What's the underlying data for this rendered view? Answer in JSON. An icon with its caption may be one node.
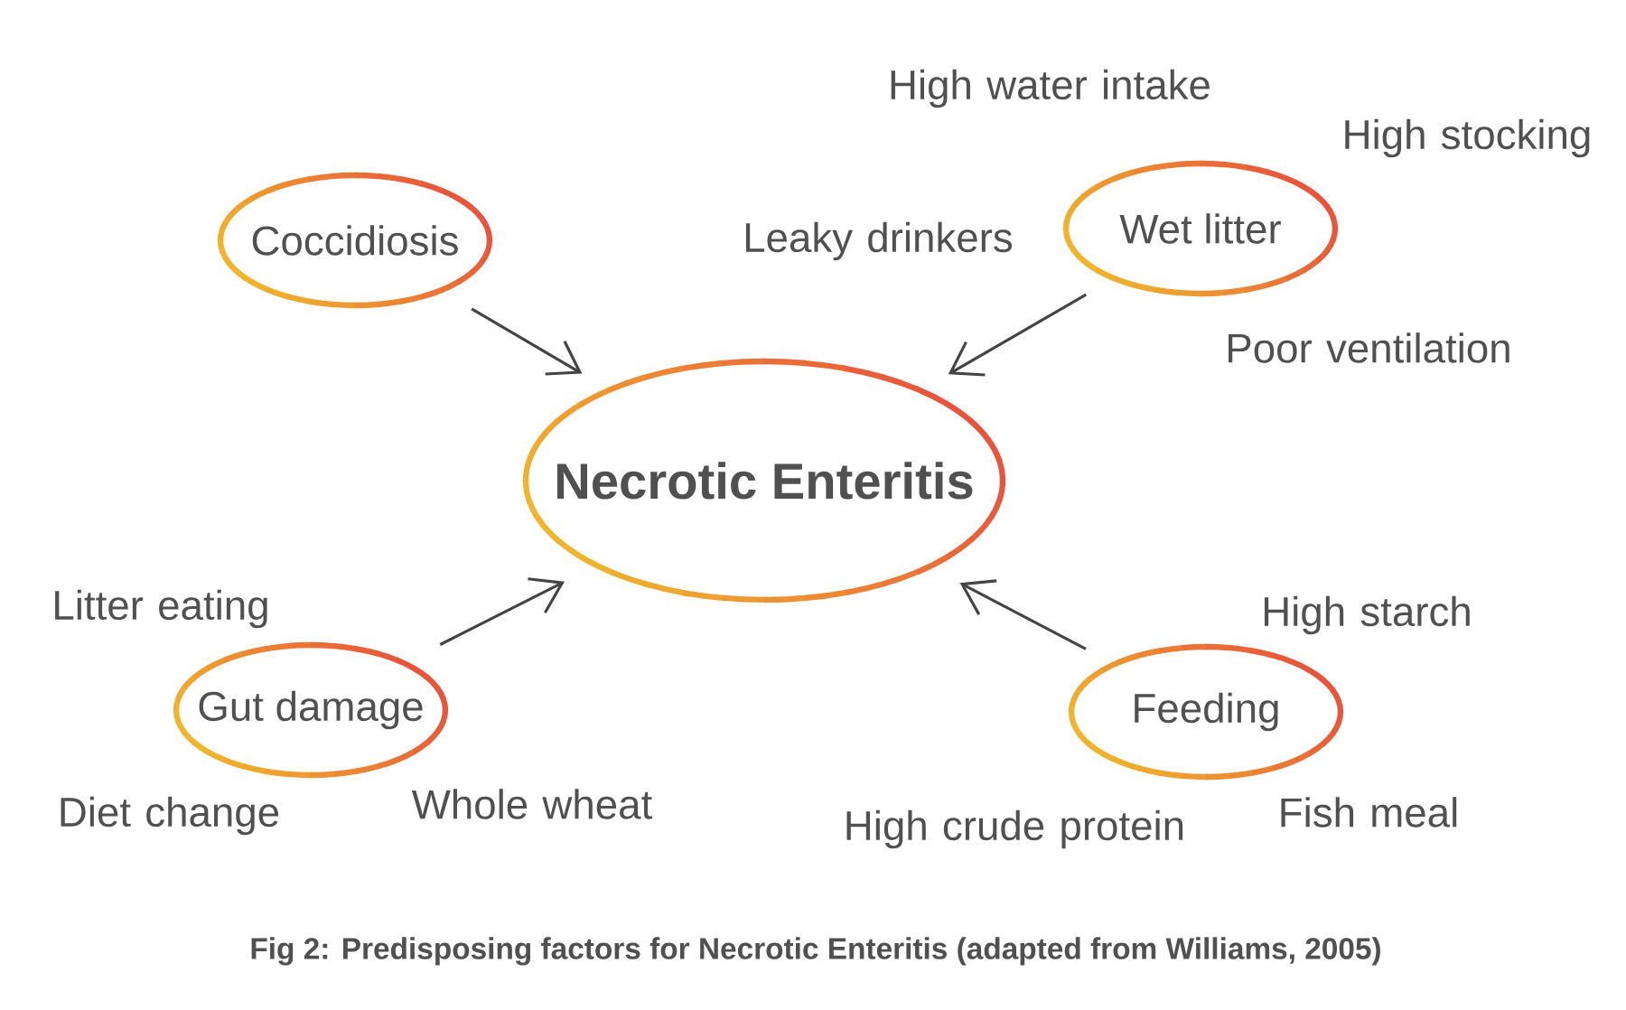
{
  "diagram": {
    "caption": "Fig 2: Predisposing factors for Necrotic Enteritis (adapted from Williams, 2005)",
    "nodes": [
      {
        "text": [
          "Coccidiosis"
        ]
      },
      {
        "text": [
          "Wet litter"
        ]
      },
      {
        "text": [
          "Necrotic Enteritis"
        ]
      },
      {
        "text": [
          "Gut damage"
        ]
      },
      {
        "text": [
          "Feeding"
        ]
      }
    ],
    "edges": [
      {
        "from": 0,
        "to": 2,
        "arrow": "to"
      },
      {
        "from": 1,
        "to": 2,
        "arrow": "to"
      },
      {
        "from": 3,
        "to": 2,
        "arrow": "to"
      },
      {
        "from": 4,
        "to": 2,
        "arrow": "to"
      }
    ],
    "labels": [
      "High water intake",
      "High stocking",
      "Leaky drinkers",
      "Poor ventilation",
      "Litter eating",
      "High starch",
      "Diet change",
      "Whole wheat",
      "High crude protein",
      "Fish meal"
    ]
  }
}
